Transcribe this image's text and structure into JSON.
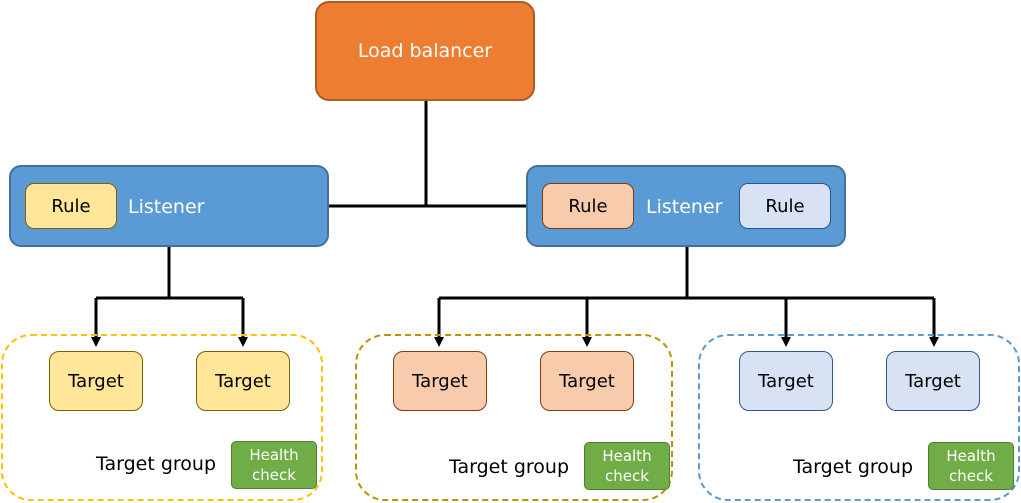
{
  "load_balancer": {
    "label": "Load balancer"
  },
  "listeners": [
    {
      "label": "Listener",
      "rules": [
        "Rule"
      ]
    },
    {
      "label": "Listener",
      "rules": [
        "Rule",
        "Rule"
      ]
    }
  ],
  "target_groups": [
    {
      "targets": [
        "Target",
        "Target"
      ],
      "label": "Target group",
      "health_check": "Health\ncheck"
    },
    {
      "targets": [
        "Target",
        "Target"
      ],
      "label": "Target group",
      "health_check": "Health\ncheck"
    },
    {
      "targets": [
        "Target",
        "Target"
      ],
      "label": "Target group",
      "health_check": "Health\ncheck"
    }
  ],
  "colors": {
    "load_balancer": "#ED7D31",
    "listener": "#5B9BD5",
    "group_1": "#FFE699",
    "group_2": "#F8CBAD",
    "group_3": "#D9E2F3",
    "health_check": "#70AD47"
  }
}
